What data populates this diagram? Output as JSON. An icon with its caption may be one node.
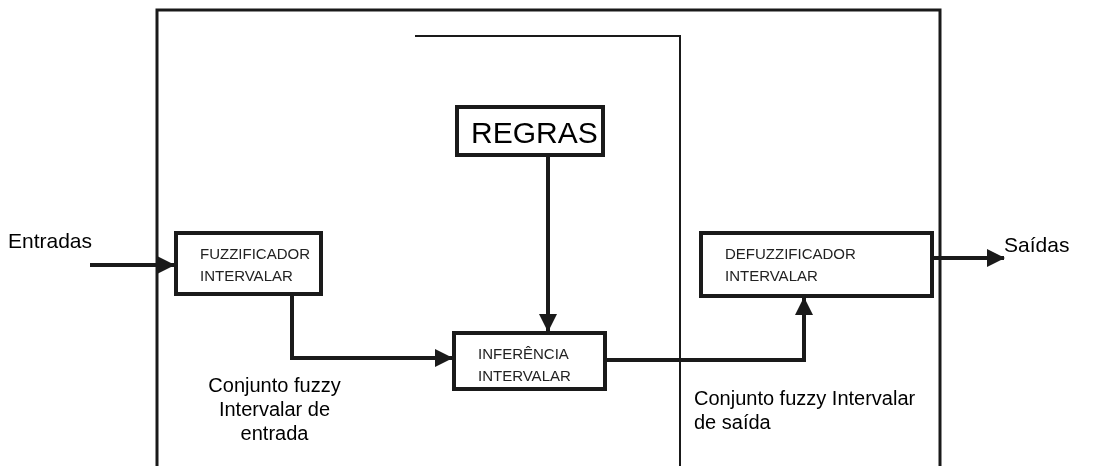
{
  "diagram": {
    "nodes": [
      {
        "text": [
          "Entradas"
        ]
      },
      {
        "text": [
          "REGRAS"
        ]
      },
      {
        "text": [
          "FUZZIFICADOR INTERVALAR"
        ]
      },
      {
        "text": [
          "INFERÊNCIA INTERVALAR"
        ]
      },
      {
        "text": [
          "DEFUZZIFICADOR INTERVALAR"
        ]
      },
      {
        "text": [
          "Saídas"
        ]
      }
    ],
    "edges": [
      {
        "from": 0,
        "to": 2,
        "arrow": "to"
      },
      {
        "from": 1,
        "to": 3,
        "arrow": "to"
      },
      {
        "from": 2,
        "to": 3,
        "arrow": "to"
      },
      {
        "from": 3,
        "to": 4,
        "arrow": "to"
      },
      {
        "from": 4,
        "to": 5,
        "arrow": "to"
      }
    ],
    "labels": [
      "Conjunto fuzzy Intervalar de entrada",
      "Conjunto fuzzy Intervalar de saída"
    ]
  }
}
